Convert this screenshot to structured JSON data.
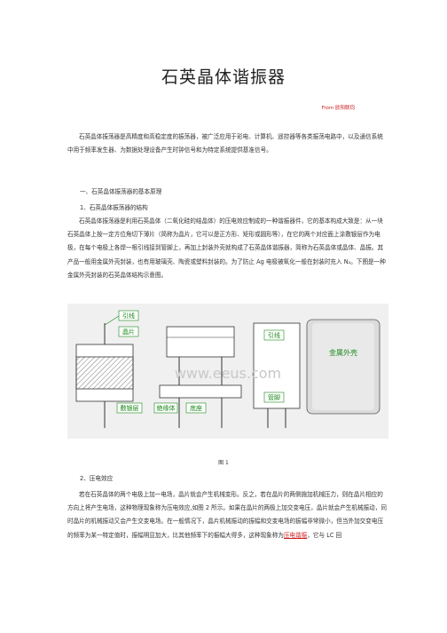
{
  "title": "石英晶体谐振器",
  "author": "From 欧阳联钧",
  "intro": "石英晶体振荡器是高精度和高稳定度的振荡器，被广泛应用于彩电、计算机、遥控器等各类振荡电路中，以及通信系统中用于频率发生器、为数据处理设备产生时钟信号和为特定系统提供基准信号。",
  "section1": "一、石英晶体振荡器的基本原理",
  "section1_1": "1、石英晶体振荡器的结构",
  "structure_para": "石英晶体振荡器是利用石英晶体（二氧化硅的结晶体）的压电效应制成的一种谐振器件，它的基本构成大致是：从一块石英晶体上按一定方位角切下薄片（简称为晶片，它可以是正方形、矩形或圆形等），在它的两个对应面上涂敷银层作为电极，在每个电极上各焊一根引线接到管脚上，再加上封装外壳就构成了石英晶体谐振器，简称为石英晶体或晶体、晶振。其产品一般用金属外壳封装，也有用玻璃壳、陶瓷或塑料封装的。为了防止 Ag 电极被氧化一般在封装时充入 N₂。下图是一种金属外壳封装的石英晶体结构示意图。",
  "figure": {
    "labels": {
      "lead": "引线",
      "wafer": "晶片",
      "silver_layer": "敷银层",
      "insulator": "绝缘体",
      "base": "底座",
      "lead_right": "引线",
      "pin": "管脚",
      "metal_shell": "金属外壳"
    },
    "watermark": "www.eeus.com",
    "caption": "图 1"
  },
  "section1_2": "2、压电效应",
  "piezo_para_before_link": "若在石英晶体的两个电极上加一电场，晶片就会产生机械变形。反之，若在晶片的两侧施加机械压力，则在晶片相应的方向上将产生电场，这种物理现象称为压电效应,如图 2 所示。如果在晶片的两极上加交变电压，晶片就会产生机械振动，同时晶片的机械振动又会产生交变电场。在一般情况下，晶片机械振动的振幅和交变电场的振幅非常微小，但当外加交变电压的频率为某一特定值时，振幅明显加大，比其他频率下的振幅大得多，这种现象称为",
  "piezo_link": "压电谐振",
  "piezo_para_after_link": "，它与 LC 回",
  "colors": {
    "accent_red": "#cc2222",
    "label_green": "#1a8a1a"
  }
}
